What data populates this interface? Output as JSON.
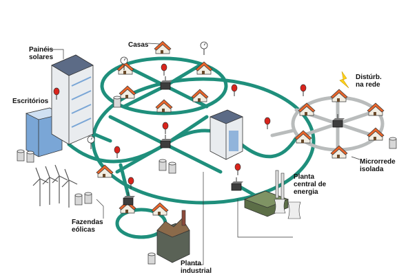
{
  "labels": {
    "solar": [
      "Painéis",
      "solares"
    ],
    "offices": "Escritórios",
    "houses": "Casas",
    "disturbance": [
      "Distúrb.",
      "na rede"
    ],
    "microgrid": [
      "Microrrede",
      "isolada"
    ],
    "power_plant": [
      "Planta",
      "central de",
      "energia"
    ],
    "wind": [
      "Fazendas",
      "eólicas"
    ],
    "industrial": [
      "Planta",
      "industrial"
    ]
  },
  "colors": {
    "grid_line": "#1f8f7c",
    "grid_line_light": "#b9bcbc",
    "roof": "#e8652b",
    "wall": "#f2ede2",
    "building": "#e9ecef",
    "building_blue": "#7aa6d6",
    "node": "#3d3d3d",
    "meter_red": "#d9241c",
    "plant": "#5c6e47",
    "factory": "#5a6256",
    "spark": "#ffd21a"
  },
  "icons": [
    "house-icon",
    "smart-meter-icon",
    "gauge-icon",
    "router-node-icon",
    "storage-tank-icon",
    "wind-turbine-icon",
    "cooling-tower-icon",
    "spark-icon"
  ]
}
